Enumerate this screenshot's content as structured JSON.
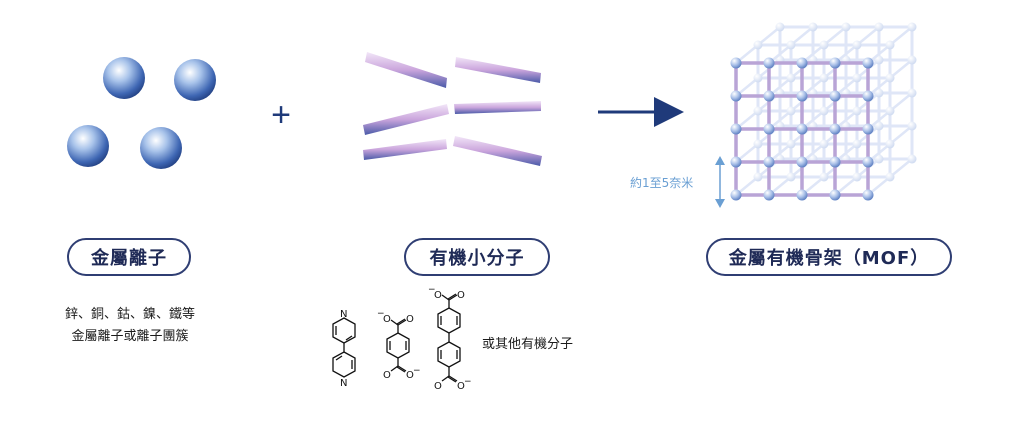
{
  "labels": {
    "metal_ions": "金屬離子",
    "organic_molecules": "有機小分子",
    "mof": "金屬有機骨架（MOF）"
  },
  "descriptions": {
    "metal_line1": "鋅、銅、鈷、鎳、鐵等",
    "metal_line2": "金屬離子或離子團簇",
    "organic_other": "或其他有機分子"
  },
  "dimension_label": "約1至5奈米",
  "symbols": {
    "plus": "+",
    "arrow": "arrow-right-icon"
  },
  "chem_text": {
    "N": "N",
    "O": "O",
    "minus": "−"
  },
  "colors": {
    "pill_border": "#2f3e73",
    "arrow": "#1f3a7a",
    "dimension": "#6a9fd3",
    "rod": "#c9a7d8",
    "node": "#9fb6e0",
    "lattice_front": "#b9a4d6",
    "lattice_back": "#dfe6f7"
  }
}
